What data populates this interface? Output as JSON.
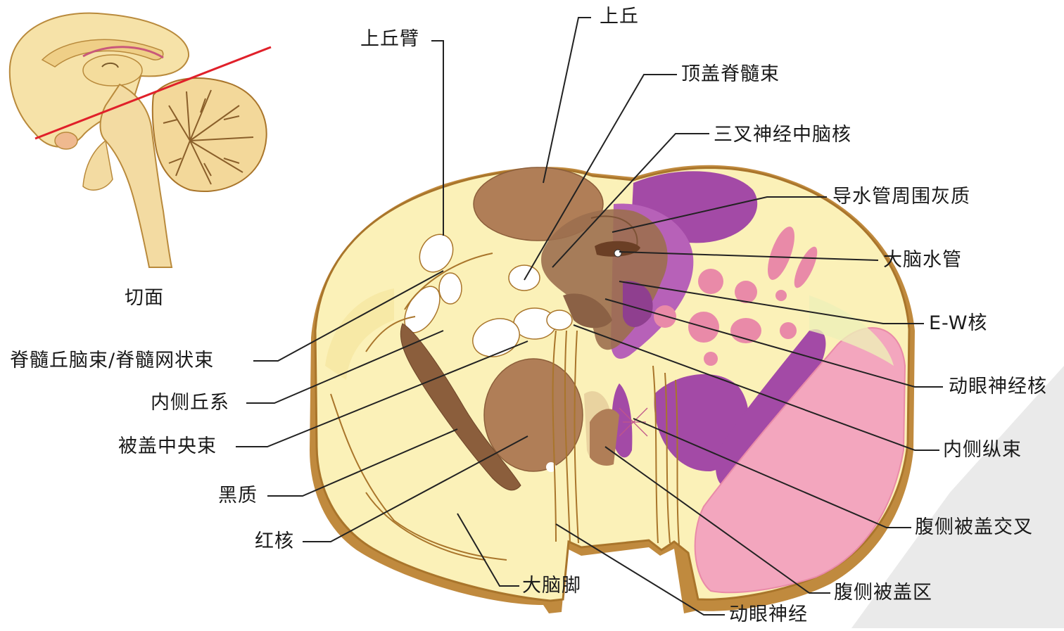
{
  "inset": {
    "caption": "切面"
  },
  "labels": {
    "shangqiubi": "上丘臂",
    "shangqiu": "上丘",
    "dinggai_jisuishu": "顶盖脊髓束",
    "sancha_zhongnaohe": "三叉神经中脑核",
    "daoshuiguan_huizhi": "导水管周围灰质",
    "danao_shuiguan": "大脑水管",
    "ew_he": "E-W核",
    "dongyan_he": "动眼神经核",
    "neice_zongshu": "内侧纵束",
    "fuce_beigai_jiaocha": "腹侧被盖交叉",
    "fuce_beigai_qu": "腹侧被盖区",
    "dongyan_shenjing": "动眼神经",
    "danao_jiao": "大脑脚",
    "hong_he": "红核",
    "heizhi": "黑质",
    "beigai_zhongyangshu": "被盖中央束",
    "neice_qiuxi": "内侧丘系",
    "jisui_qiunao": "脊髓丘脑束/脊髓网状束"
  },
  "colors": {
    "cream": "#fbf1b8",
    "outline": "#a9752b",
    "rim": "#c08a3e",
    "tan_colliculus": "#b07e57",
    "brown_nucleus": "#9c6f4f",
    "substantia_nigra": "#8b5e3c",
    "violet": "#a34aa6",
    "light_violet": "#b761b8",
    "pink": "#e98aa8",
    "light_pink": "#f3a6be",
    "leader_line": "#222222",
    "section_line": "#e0202a"
  }
}
